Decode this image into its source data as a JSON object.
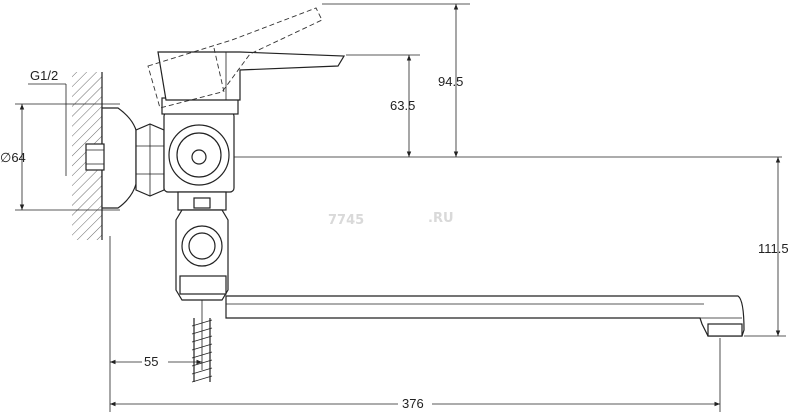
{
  "labels": {
    "thread": "G1/2",
    "diameter": "∅64",
    "lever_height_full": "94.5",
    "lever_height": "63.5",
    "spout_drop": "111.5",
    "offset": "55",
    "spout_length": "376"
  },
  "watermark": {
    "main": "7745",
    "suffix": ".RU"
  }
}
